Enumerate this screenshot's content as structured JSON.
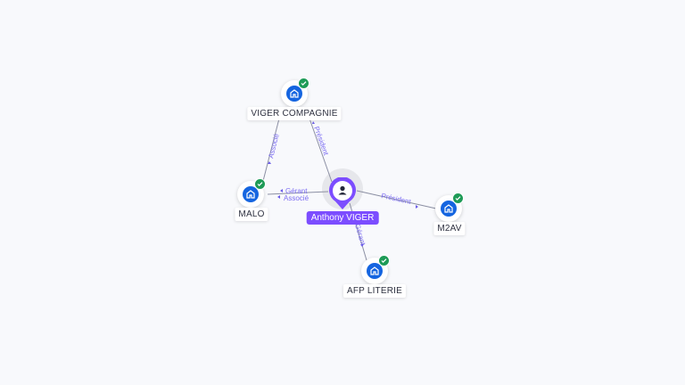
{
  "colors": {
    "background": "#f8f9fc",
    "company_fill": "#1565e0",
    "verified": "#1e9b57",
    "person_accent": "#7c4dff",
    "edge": "#8b8fa3",
    "edge_label": "#7c6df2"
  },
  "person": {
    "name": "Anthony VIGER",
    "icon": "person-icon"
  },
  "companies": {
    "viger_compagnie": {
      "name": "VIGER COMPAGNIE",
      "icon": "building-icon",
      "status_icon": "verified-check-icon"
    },
    "malo": {
      "name": "MALO",
      "icon": "building-icon",
      "status_icon": "verified-check-icon"
    },
    "m2av": {
      "name": "M2AV",
      "icon": "building-icon",
      "status_icon": "verified-check-icon"
    },
    "afp_literie": {
      "name": "AFP LITERIE",
      "icon": "building-icon",
      "status_icon": "verified-check-icon"
    }
  },
  "relations": {
    "viger_compagnie_malo": "Associé",
    "person_viger_compagnie": "Président",
    "person_malo_1": "Gérant",
    "person_malo_2": "Associé",
    "person_m2av": "Président",
    "person_afp_literie": "Gérant"
  }
}
